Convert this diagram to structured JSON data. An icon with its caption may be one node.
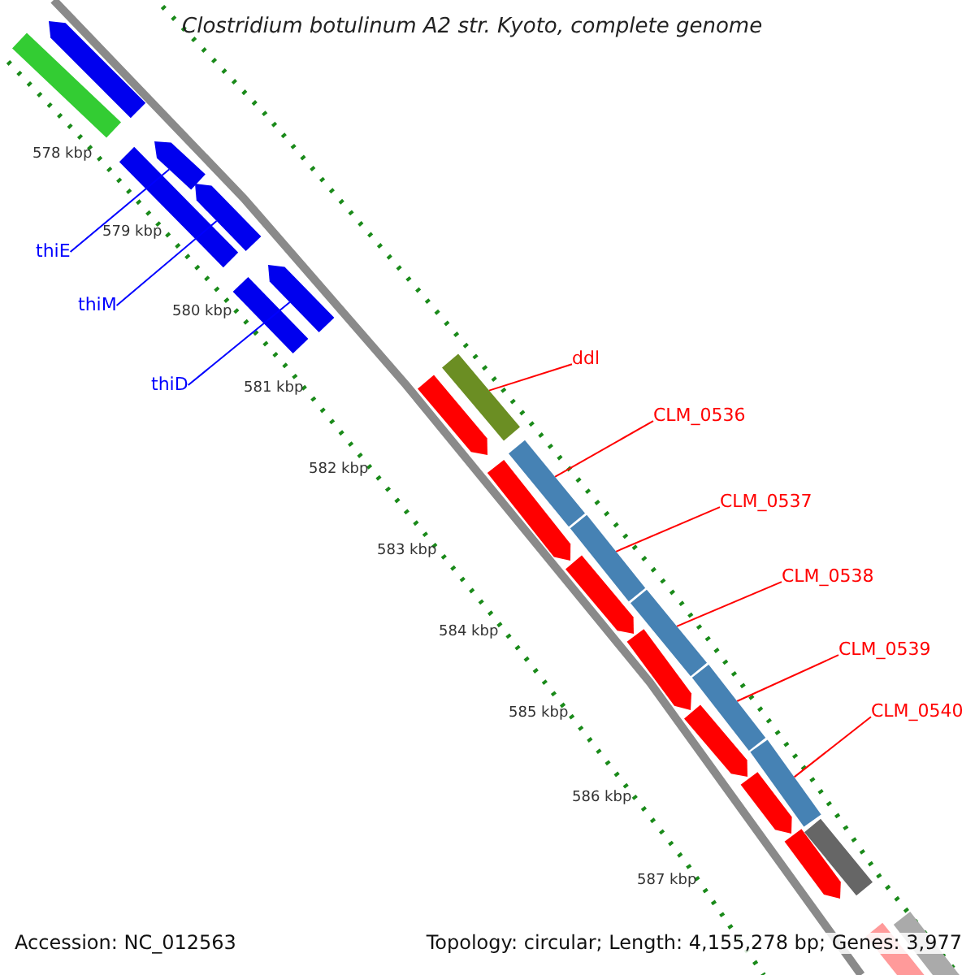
{
  "diagram": {
    "title": "Clostridium botulinum A2 str. Kyoto, complete genome",
    "nodes": [
      {
        "text": [
          "thiE"
        ]
      },
      {
        "text": [
          "thiM"
        ]
      },
      {
        "text": [
          "thiD"
        ]
      },
      {
        "text": [
          "ddl"
        ]
      },
      {
        "text": [
          "CLM_0536"
        ]
      },
      {
        "text": [
          "CLM_0537"
        ]
      },
      {
        "text": [
          "CLM_0538"
        ]
      },
      {
        "text": [
          "CLM_0539"
        ]
      },
      {
        "text": [
          "CLM_0540"
        ]
      },
      {
        "text": [],
        "shape": "arrow"
      },
      {
        "text": [],
        "shape": "arrow"
      },
      {
        "text": [],
        "shape": "arrow"
      },
      {
        "text": [],
        "shape": "bar"
      },
      {
        "text": [],
        "shape": "bar"
      },
      {
        "text": [],
        "shape": "bar"
      },
      {
        "text": [],
        "shape": "bar"
      },
      {
        "text": [],
        "shape": "bar"
      },
      {
        "text": [],
        "shape": "bar"
      }
    ],
    "edges": [
      {
        "from": 0,
        "to": 9,
        "arrow": "none",
        "color": "#0000ff"
      },
      {
        "from": 1,
        "to": 10,
        "arrow": "none",
        "color": "#0000ff"
      },
      {
        "from": 2,
        "to": 11,
        "arrow": "none",
        "color": "#0000ff"
      },
      {
        "from": 3,
        "to": 12,
        "arrow": "none"
      },
      {
        "from": 4,
        "to": 13,
        "arrow": "none"
      },
      {
        "from": 5,
        "to": 14,
        "arrow": "none"
      },
      {
        "from": 6,
        "to": 15,
        "arrow": "none"
      },
      {
        "from": 7,
        "to": 16,
        "arrow": "none"
      },
      {
        "from": 8,
        "to": 17,
        "arrow": "none"
      }
    ],
    "labels": [
      "578 kbp",
      "579 kbp",
      "580 kbp",
      "581 kbp",
      "582 kbp",
      "583 kbp",
      "584 kbp",
      "585 kbp",
      "586 kbp",
      "587 kbp",
      "Accession: NC_012563",
      "Topology: circular; Length: 4,155,278 bp; Genes: 3,977"
    ]
  }
}
